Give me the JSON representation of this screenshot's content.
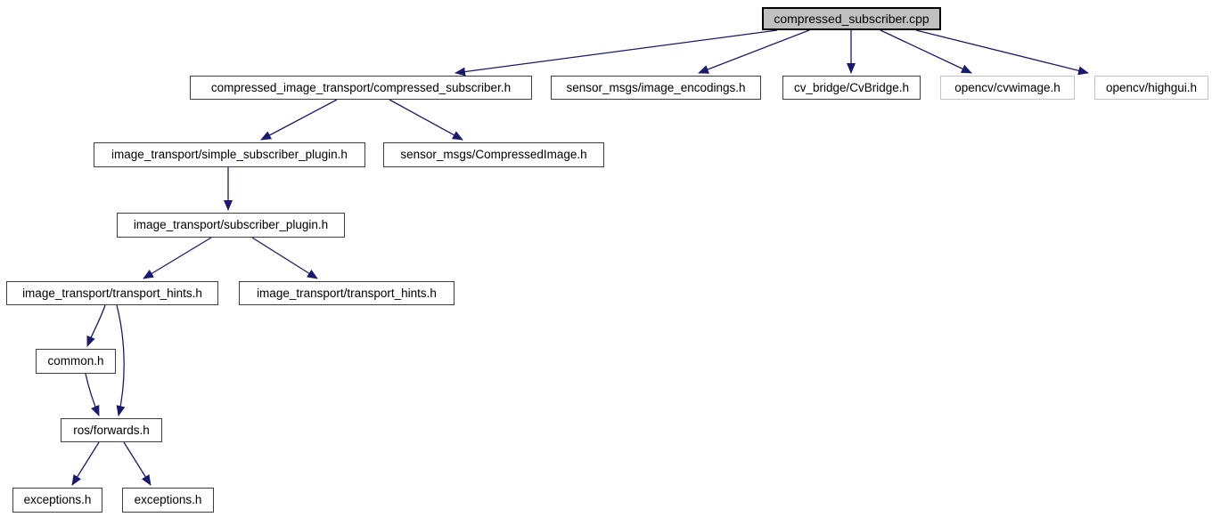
{
  "diagram": {
    "type": "include-dependency-graph",
    "colors": {
      "edge": "#191970",
      "root_fill": "#c0c0c0",
      "node_fill": "#ffffff",
      "node_border": "#3d3d3d",
      "external_node_border": "#c3c3c3",
      "text": "#000000",
      "background": "#ffffff"
    },
    "nodes": [
      {
        "id": "n0",
        "label": "compressed_subscriber.cpp",
        "kind": "root"
      },
      {
        "id": "n1",
        "label": "compressed_image_transport/compressed_subscriber.h",
        "kind": "normal"
      },
      {
        "id": "n2",
        "label": "sensor_msgs/image_encodings.h",
        "kind": "normal"
      },
      {
        "id": "n3",
        "label": "cv_bridge/CvBridge.h",
        "kind": "normal"
      },
      {
        "id": "n4",
        "label": "opencv/cvwimage.h",
        "kind": "external"
      },
      {
        "id": "n5",
        "label": "opencv/highgui.h",
        "kind": "external"
      },
      {
        "id": "n6",
        "label": "image_transport/simple_subscriber_plugin.h",
        "kind": "normal"
      },
      {
        "id": "n7",
        "label": "sensor_msgs/CompressedImage.h",
        "kind": "normal"
      },
      {
        "id": "n8",
        "label": "image_transport/subscriber_plugin.h",
        "kind": "normal"
      },
      {
        "id": "n9",
        "label": "image_transport/transport_hints.h",
        "kind": "normal"
      },
      {
        "id": "n10",
        "label": "image_transport/transport_hints.h",
        "kind": "normal"
      },
      {
        "id": "n11",
        "label": "common.h",
        "kind": "normal"
      },
      {
        "id": "n12",
        "label": "ros/forwards.h",
        "kind": "normal"
      },
      {
        "id": "n13",
        "label": "exceptions.h",
        "kind": "normal"
      },
      {
        "id": "n14",
        "label": "exceptions.h",
        "kind": "normal"
      }
    ],
    "edges": [
      {
        "from": "n0",
        "to": "n1"
      },
      {
        "from": "n0",
        "to": "n2"
      },
      {
        "from": "n0",
        "to": "n3"
      },
      {
        "from": "n0",
        "to": "n4"
      },
      {
        "from": "n0",
        "to": "n5"
      },
      {
        "from": "n1",
        "to": "n6"
      },
      {
        "from": "n1",
        "to": "n7"
      },
      {
        "from": "n6",
        "to": "n8"
      },
      {
        "from": "n8",
        "to": "n9"
      },
      {
        "from": "n8",
        "to": "n10"
      },
      {
        "from": "n9",
        "to": "n11"
      },
      {
        "from": "n9",
        "to": "n12"
      },
      {
        "from": "n11",
        "to": "n12"
      },
      {
        "from": "n12",
        "to": "n13"
      },
      {
        "from": "n12",
        "to": "n14"
      }
    ]
  }
}
